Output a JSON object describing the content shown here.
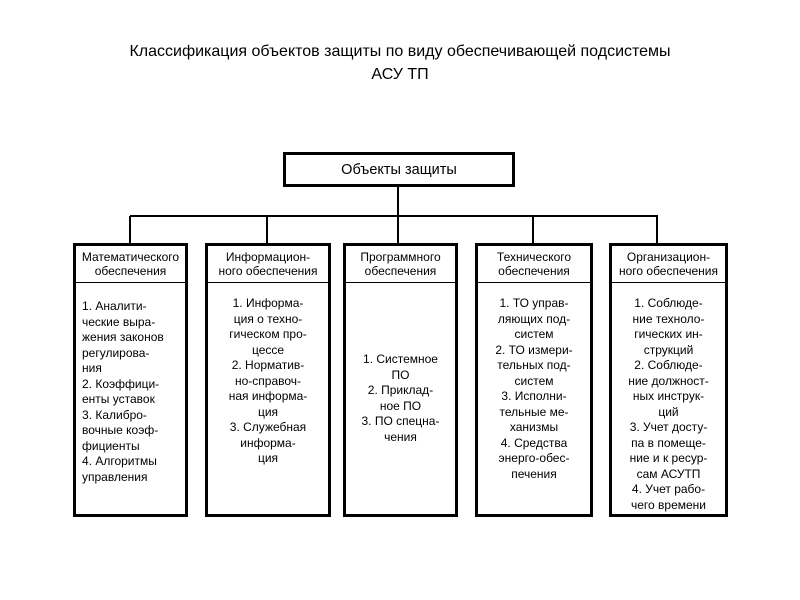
{
  "title": {
    "lines": [
      "Классификация объектов защиты  по виду обеспечивающей подсистемы",
      "АСУ ТП"
    ]
  },
  "root": {
    "label": "Объекты защиты"
  },
  "columns": [
    {
      "header": [
        "Математического",
        "обеспечения"
      ],
      "lines": [
        "1. Аналити-",
        "ческие выра-",
        "жения законов",
        "регулирова-",
        "ния",
        "2. Коэффици-",
        "енты уставок",
        "3.  Калибро-",
        "вочные коэф-",
        "фициенты",
        "4. Алгоритмы",
        "управления"
      ]
    },
    {
      "header": [
        "Информацион-",
        "ного обеспечения"
      ],
      "lines": [
        "1. Информа-",
        "ция о техно-",
        "гическом про-",
        "цессе",
        "2. Норматив-",
        "но-справоч-",
        "ная информа-",
        "ция",
        "3. Служебная",
        "информа-",
        "ция"
      ]
    },
    {
      "header": [
        "Программного",
        "обеспечения"
      ],
      "lines": [
        "1. Системное",
        "ПО",
        "2. Приклад-",
        "ное ПО",
        "3. ПО спецна-",
        "чения"
      ]
    },
    {
      "header": [
        "Технического",
        "обеспечения"
      ],
      "lines": [
        "1. ТО управ-",
        "ляющих под-",
        "систем",
        "2. ТО измери-",
        "тельных под-",
        "систем",
        "3. Исполни-",
        "тельные ме-",
        "ханизмы",
        "4. Средства",
        "энерго-обес-",
        "печения"
      ]
    },
    {
      "header": [
        "Организацион-",
        "ного обеспечения"
      ],
      "lines": [
        "1. Соблюде-",
        "ние техноло-",
        "гических ин-",
        "струкций",
        "2. Соблюде-",
        "ние должност-",
        "ных инструк-",
        "ций",
        "3. Учет досту-",
        "па в помеще-",
        "ние и к ресур-",
        "сам АСУТП",
        "4. Учет рабо-",
        "чего времени"
      ]
    }
  ],
  "colors": {
    "background": "#ffffff",
    "text": "#000000",
    "line": "#000000"
  }
}
